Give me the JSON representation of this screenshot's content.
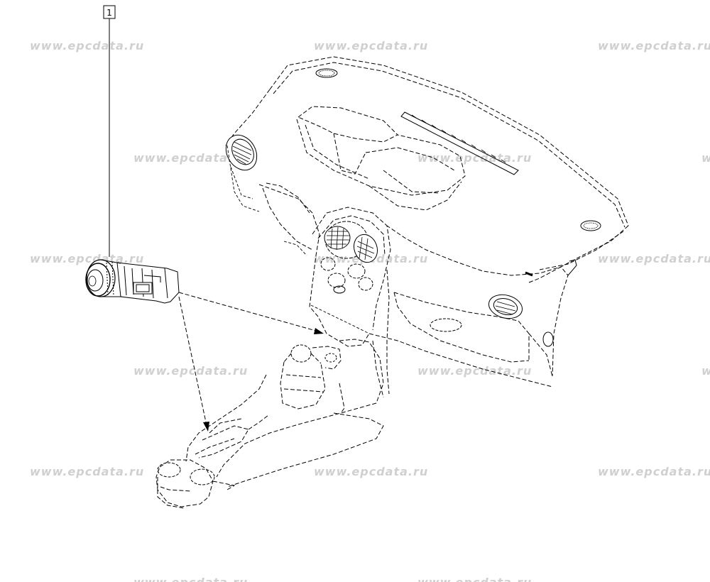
{
  "diagram": {
    "callout": {
      "number": "1"
    },
    "watermark": {
      "text": "www.epcdata.ru"
    },
    "parts": [
      {
        "id": "cigarette-lighter",
        "callout": "1"
      },
      {
        "id": "dashboard",
        "callout": ""
      },
      {
        "id": "center-console",
        "callout": ""
      }
    ]
  }
}
